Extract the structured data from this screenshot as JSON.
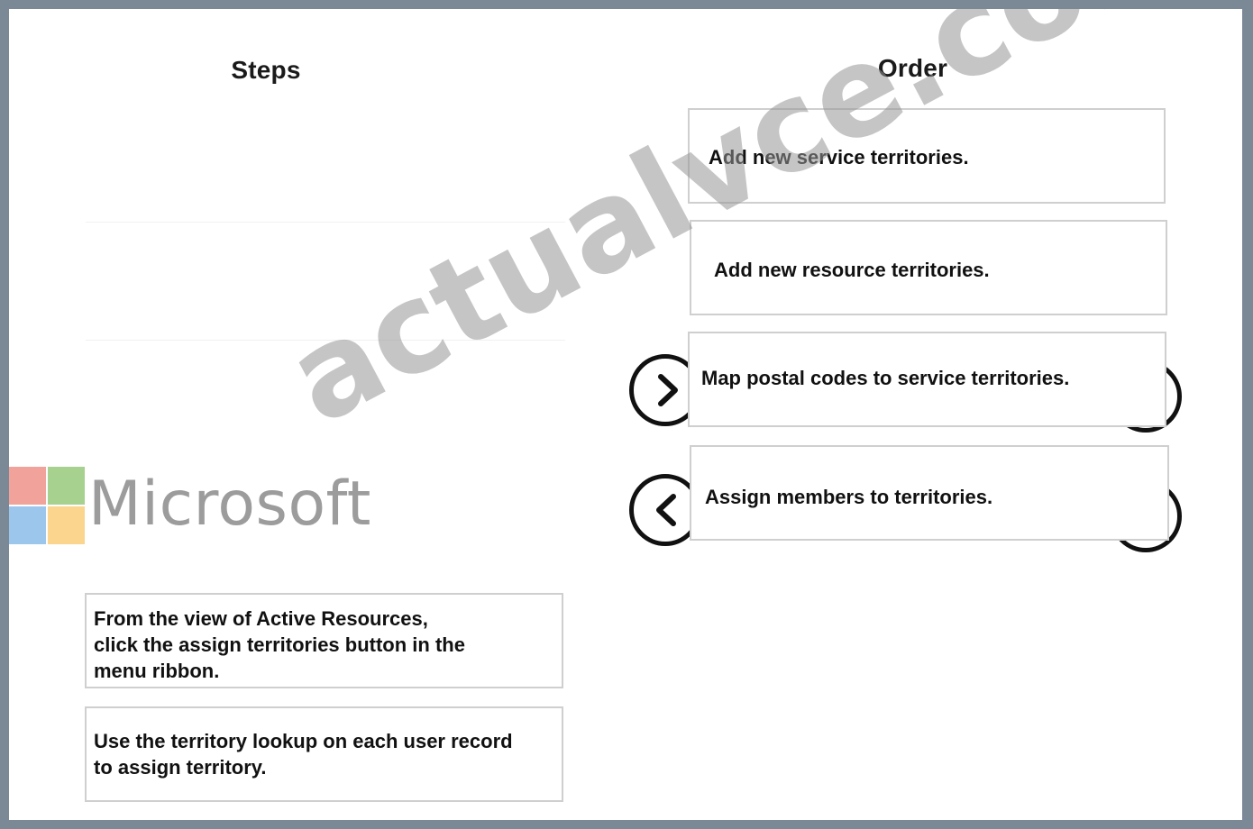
{
  "steps": {
    "title": "Steps",
    "items": [
      {
        "label": "From the view of Active Resources,\nclick the assign territories button in the\nmenu ribbon."
      },
      {
        "label": "Use the territory lookup on each user record\n to assign territory."
      }
    ]
  },
  "order": {
    "title": "Order",
    "items": [
      {
        "label": "Add new service territories."
      },
      {
        "label": "Add new resource territories."
      },
      {
        "label": "Map postal codes to service territories."
      },
      {
        "label": "Assign members to territories."
      }
    ]
  },
  "controls": {
    "move_right_icon": "chevron-right-icon",
    "move_left_icon": "chevron-left-icon"
  },
  "logo": {
    "word": "Microsoft",
    "colors": {
      "red": "#f1a29a",
      "green": "#a6d18f",
      "blue": "#9cc6ec",
      "yellow": "#fbd48e"
    }
  },
  "watermark": "actualvce.com"
}
